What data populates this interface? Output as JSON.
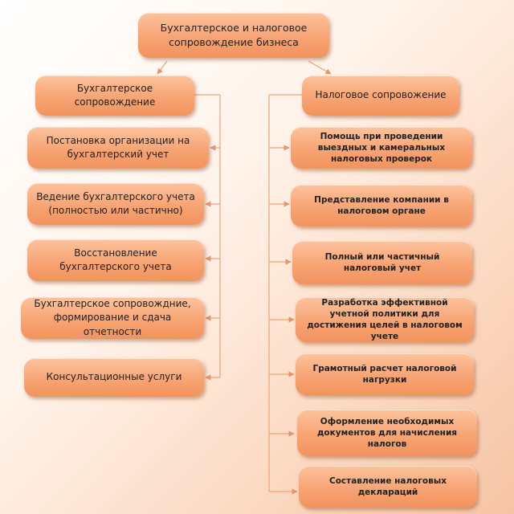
{
  "root": "Бухгалтерское и налоговое сопровождение бизнеса",
  "left": {
    "header": "Бухгалтерское сопровождение",
    "items": [
      "Постановка организации на бухгалтерский учет",
      "Ведение бухгалтерского учета (полностью или частично)",
      "Восстановление бухгалтерского учета",
      "Бухгалтерское сопровождние, формирование и сдача отчетности",
      "Консультационные услуги"
    ]
  },
  "right": {
    "header": "Налоговое сопровожение",
    "items": [
      "Помощь при проведении выездных и камеральных налоговых проверок",
      "Представление компании в налоговом органе",
      "Полный или частичный налоговый учет",
      "Разработка эффективной учетной политики для достижения целей в налоговом учете",
      "Грамотный расчет налоговой нагрузки",
      "Оформление необходимых документов для начисления налогов",
      "Составление налоговых деклараций"
    ]
  },
  "colors": {
    "box_fill": "#f7a474",
    "connector": "#f0a27a"
  }
}
